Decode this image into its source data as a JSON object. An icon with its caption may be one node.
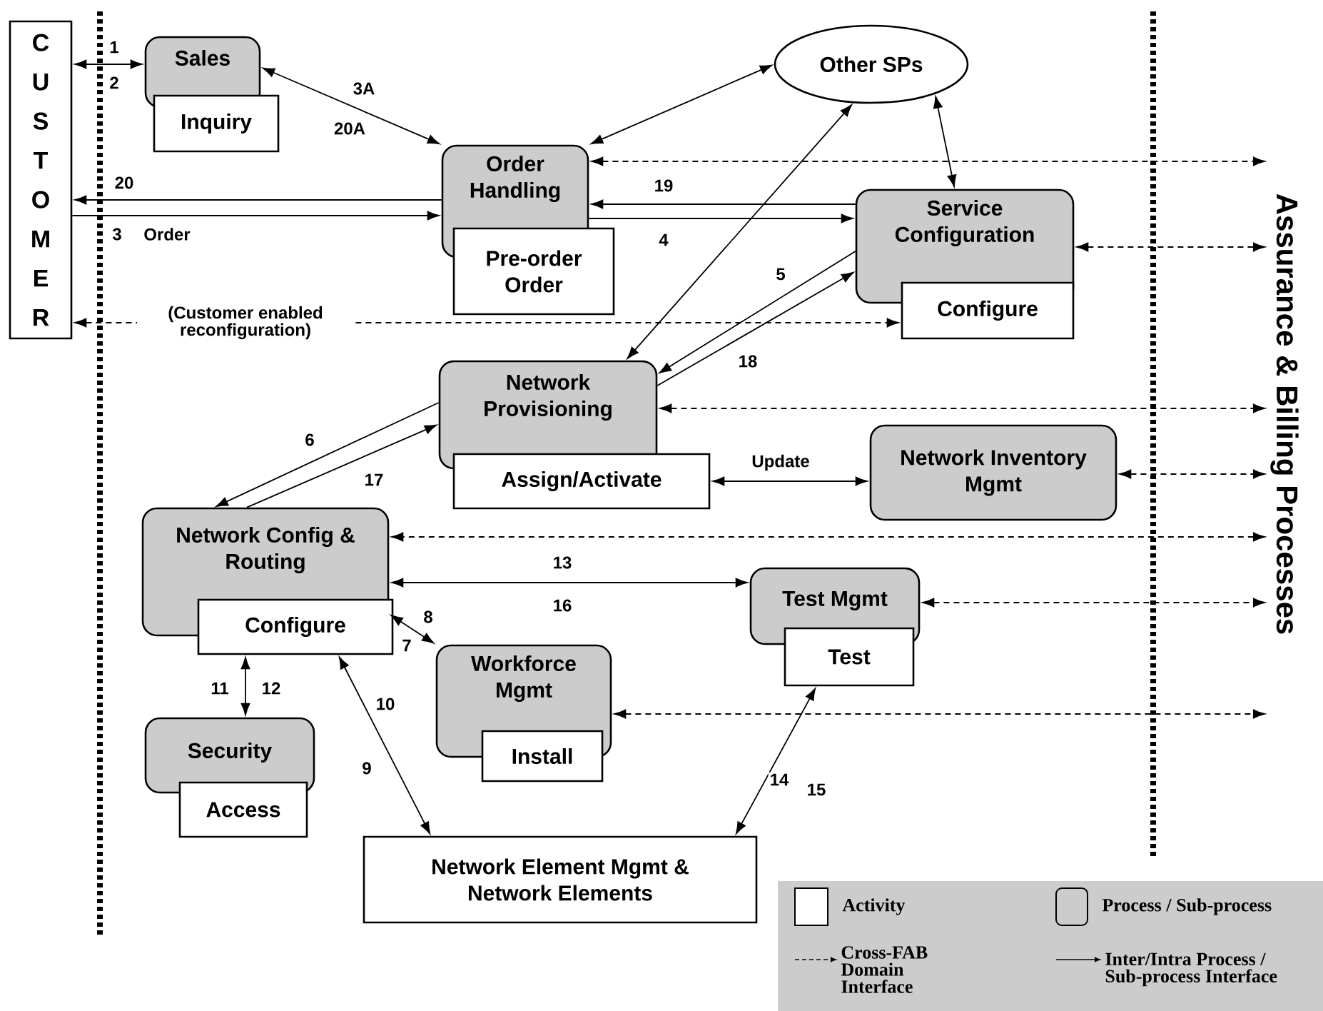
{
  "diagram": {
    "nodes": [
      {
        "text": [
          "CUSTOMER"
        ]
      },
      {
        "text": [
          "Sales"
        ]
      },
      {
        "text": [
          "Inquiry"
        ]
      },
      {
        "text": [
          "Other SPs"
        ]
      },
      {
        "text": [
          "Order Handling"
        ]
      },
      {
        "text": [
          "Pre-order Order"
        ]
      },
      {
        "text": [
          "Service Configuration"
        ]
      },
      {
        "text": [
          "Configure"
        ]
      },
      {
        "text": [
          "Network Provisioning"
        ]
      },
      {
        "text": [
          "Assign/Activate"
        ]
      },
      {
        "text": [
          "Network Inventory Mgmt"
        ]
      },
      {
        "text": [
          "Network Config & Routing"
        ]
      },
      {
        "text": [
          "Configure"
        ]
      },
      {
        "text": [
          "Test Mgmt"
        ]
      },
      {
        "text": [
          "Test"
        ]
      },
      {
        "text": [
          "Workforce Mgmt"
        ]
      },
      {
        "text": [
          "Install"
        ]
      },
      {
        "text": [
          "Security"
        ]
      },
      {
        "text": [
          "Access"
        ]
      },
      {
        "text": [
          "Network Element Mgmt & Network Elements"
        ]
      },
      {
        "text": [
          "Assurance & Billing Processes"
        ]
      }
    ],
    "edges": [
      {
        "from": 0,
        "to": 1,
        "arrow": "both",
        "label": "1"
      },
      {
        "from": 1,
        "to": 4,
        "arrow": "both",
        "label": "3A"
      },
      {
        "from": 4,
        "to": 0,
        "arrow": "to",
        "label": "20"
      },
      {
        "from": 0,
        "to": 4,
        "arrow": "to",
        "label": "3"
      },
      {
        "from": 6,
        "to": 4,
        "arrow": "to",
        "label": "19"
      },
      {
        "from": 4,
        "to": 6,
        "arrow": "to",
        "label": "4"
      },
      {
        "from": 0,
        "to": 7,
        "arrow": "both",
        "style": "dashed",
        "label": "(Customer enabled reconfiguration)"
      },
      {
        "from": 4,
        "to": 3,
        "arrow": "both"
      },
      {
        "from": 4,
        "to": 20,
        "arrow": "both",
        "style": "dashed"
      },
      {
        "from": 3,
        "to": 6,
        "arrow": "both"
      },
      {
        "from": 3,
        "to": 8,
        "arrow": "both"
      },
      {
        "from": 6,
        "to": 8,
        "arrow": "to",
        "label": "5"
      },
      {
        "from": 8,
        "to": 6,
        "arrow": "to",
        "label": "18"
      },
      {
        "from": 6,
        "to": 20,
        "arrow": "both",
        "style": "dashed"
      },
      {
        "from": 8,
        "to": 20,
        "arrow": "both",
        "style": "dashed"
      },
      {
        "from": 9,
        "to": 10,
        "arrow": "both",
        "label": "Update"
      },
      {
        "from": 10,
        "to": 20,
        "arrow": "both",
        "style": "dashed"
      },
      {
        "from": 8,
        "to": 11,
        "arrow": "to",
        "label": "6"
      },
      {
        "from": 11,
        "to": 8,
        "arrow": "to",
        "label": "17"
      },
      {
        "from": 20,
        "to": 11,
        "arrow": "both",
        "style": "dashed"
      },
      {
        "from": 13,
        "to": 11,
        "arrow": "both",
        "label": "13"
      },
      {
        "from": 13,
        "to": 20,
        "arrow": "both",
        "style": "dashed"
      },
      {
        "from": 11,
        "to": 15,
        "arrow": "both",
        "label": "8"
      },
      {
        "from": 12,
        "to": 17,
        "arrow": "both",
        "label": "11"
      },
      {
        "from": 12,
        "to": 19,
        "arrow": "both",
        "label": "10"
      },
      {
        "from": 15,
        "to": 20,
        "arrow": "both",
        "style": "dashed"
      },
      {
        "from": 14,
        "to": 19,
        "arrow": "both",
        "label": "14"
      }
    ],
    "labels": [
      "2",
      "20A",
      "Order",
      "16",
      "7",
      "12",
      "9",
      "15"
    ],
    "legend": [
      {
        "text": "Activity"
      },
      {
        "text": "Process / Sub-process"
      },
      {
        "text": "Cross-FAB Domain Interface"
      },
      {
        "text": "Inter/Intra Process / Sub-process Interface"
      }
    ]
  }
}
